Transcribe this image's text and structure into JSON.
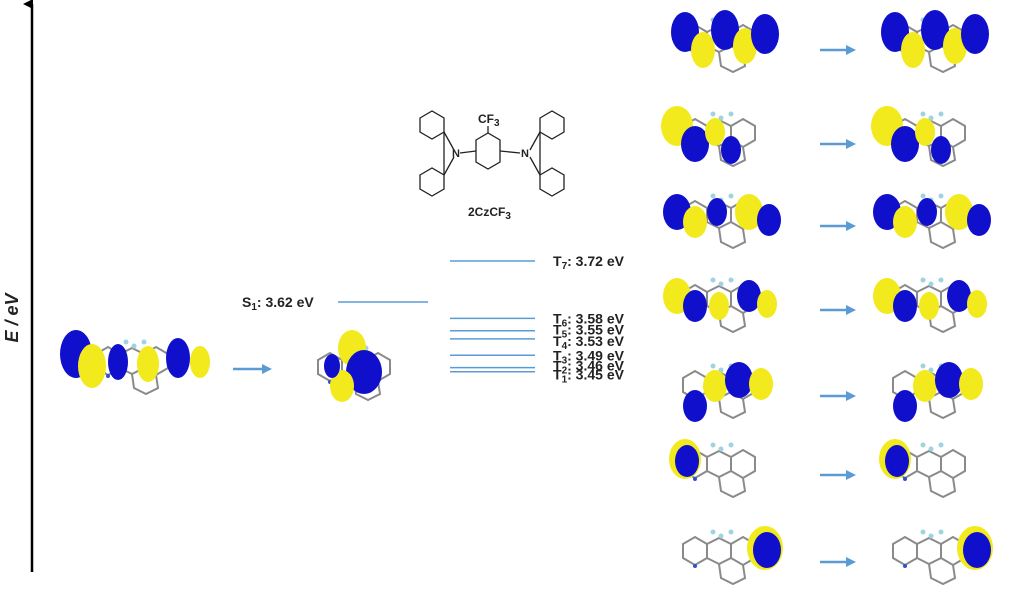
{
  "axis": {
    "label": "E / eV"
  },
  "molecule": {
    "name_parts": {
      "prefix": "2CzCF",
      "subscript": "3"
    },
    "cf3_parts": {
      "prefix": "CF",
      "subscript": "3"
    },
    "atom_n": "N"
  },
  "singlet": {
    "name": "S",
    "index": "1",
    "value": ": 3.62 eV",
    "energy_ev": 3.62
  },
  "triplets": [
    {
      "name": "T",
      "index": "7",
      "value": ": 3.72 eV",
      "energy_ev": 3.72
    },
    {
      "name": "T",
      "index": "6",
      "value": ": 3.58 eV",
      "energy_ev": 3.58
    },
    {
      "name": "T",
      "index": "5",
      "value": ": 3.55 eV",
      "energy_ev": 3.55
    },
    {
      "name": "T",
      "index": "4",
      "value": ": 3.53 eV",
      "energy_ev": 3.53
    },
    {
      "name": "T",
      "index": "3",
      "value": ": 3.49 eV",
      "energy_ev": 3.49
    },
    {
      "name": "T",
      "index": "2",
      "value": ": 3.46 eV",
      "energy_ev": 3.46
    },
    {
      "name": "T",
      "index": "1",
      "value": ": 3.45 eV",
      "energy_ev": 3.45
    }
  ],
  "colors": {
    "level": "#5b9bd5",
    "arrow": "#5b9bd5",
    "orbital_pos": "#f2ea1d",
    "orbital_neg": "#1010cc",
    "axis": "#000000"
  }
}
